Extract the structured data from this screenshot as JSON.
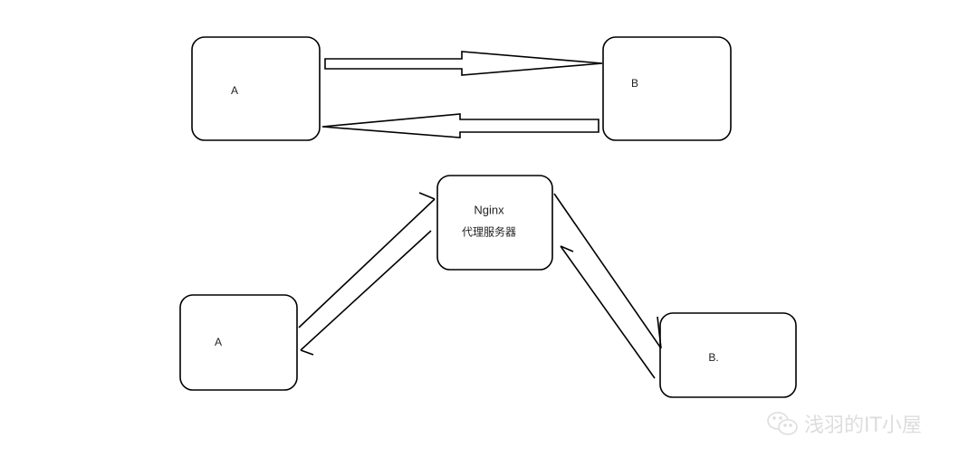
{
  "top_diagram": {
    "node_a": "A",
    "node_b": "B"
  },
  "bottom_diagram": {
    "proxy_name": "Nginx",
    "proxy_subtitle": "代理服务器",
    "node_a": "A",
    "node_b": "B."
  },
  "watermark": {
    "icon": "wechat-icon",
    "text": "浅羽的IT小屋"
  }
}
